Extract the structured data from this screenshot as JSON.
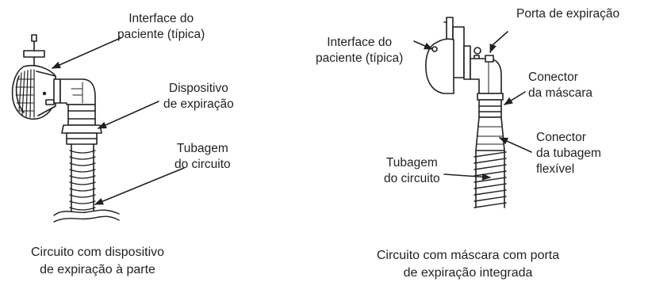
{
  "left_panel": {
    "labels": {
      "patient_interface": [
        "Interface do",
        "paciente (típica)"
      ],
      "exhalation_device": [
        "Dispositivo",
        "de expiração"
      ],
      "circuit_tubing": [
        "Tubagem",
        "do circuito"
      ]
    },
    "caption": [
      "Circuito com dispositivo",
      "de expiração à parte"
    ]
  },
  "right_panel": {
    "labels": {
      "patient_interface": [
        "Interface do",
        "paciente (típica)"
      ],
      "exhalation_port": "Porta de expiração",
      "mask_connector": [
        "Conector",
        "da máscara"
      ],
      "tubing_connector": [
        "Conector",
        "da tubagem",
        "flexível"
      ],
      "circuit_tubing": [
        "Tubagem",
        "do circuito"
      ]
    },
    "caption": [
      "Circuito com máscara com porta",
      "de expiração integrada"
    ]
  },
  "line_color": "#231f20"
}
